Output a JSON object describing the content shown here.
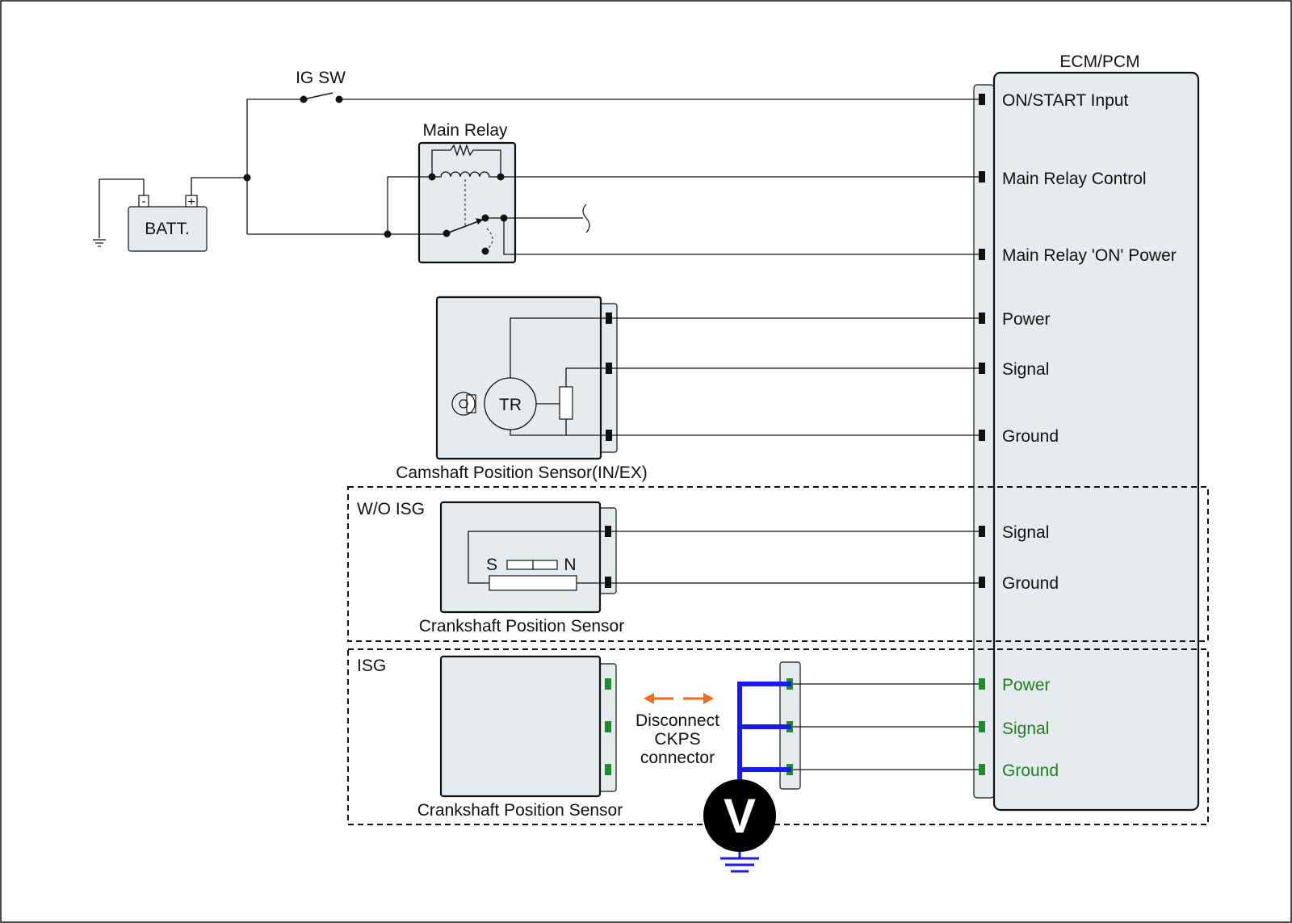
{
  "ecm": {
    "title": "ECM/PCM",
    "pins": {
      "on_start": "ON/START Input",
      "relay_control": "Main Relay Control",
      "relay_power": "Main Relay 'ON' Power",
      "cmp_power": "Power",
      "cmp_signal": "Signal",
      "cmp_ground": "Ground",
      "wo_signal": "Signal",
      "wo_ground": "Ground",
      "isg_power": "Power",
      "isg_signal": "Signal",
      "isg_ground": "Ground"
    }
  },
  "ig_switch": {
    "label": "IG SW"
  },
  "battery": {
    "label": "BATT.",
    "neg": "-",
    "pos": "+"
  },
  "main_relay": {
    "label": "Main Relay"
  },
  "camshaft_sensor": {
    "label": "Camshaft Position Sensor(IN/EX)",
    "tr": "TR"
  },
  "wo_isg": {
    "group_label": "W/O ISG",
    "sensor_label": "Crankshaft Position Sensor",
    "pole_s": "S",
    "pole_n": "N"
  },
  "isg": {
    "group_label": "ISG",
    "sensor_label": "Crankshaft Position Sensor",
    "note_line1": "Disconnect",
    "note_line2": "CKPS",
    "note_line3": "connector",
    "meter": "V"
  },
  "colors": {
    "isg_pins": "#1e8c2a",
    "probe_wires": "#1a1af0",
    "disconnect_arrows": "#f26a1b",
    "box_fill": "#e6ecee"
  }
}
